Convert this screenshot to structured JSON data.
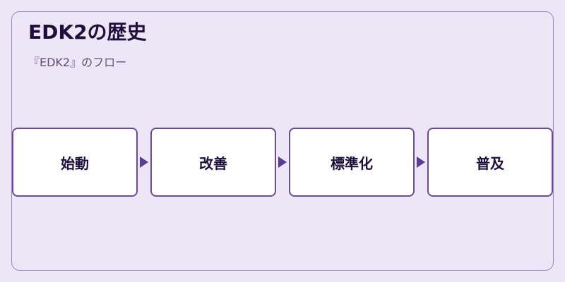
{
  "diagram": {
    "title": "EDK2の歴史",
    "subtitle": "『EDK2』のフロー",
    "steps": [
      {
        "label": "始動"
      },
      {
        "label": "改善"
      },
      {
        "label": "標準化"
      },
      {
        "label": "普及"
      }
    ]
  },
  "colors": {
    "background": "#ede6f6",
    "frame_border": "#9b85c9",
    "box_border": "#6a4ba0",
    "arrow": "#5a3c92",
    "title_text": "#1e0f3c",
    "subtitle_text": "#5e4d7c"
  }
}
